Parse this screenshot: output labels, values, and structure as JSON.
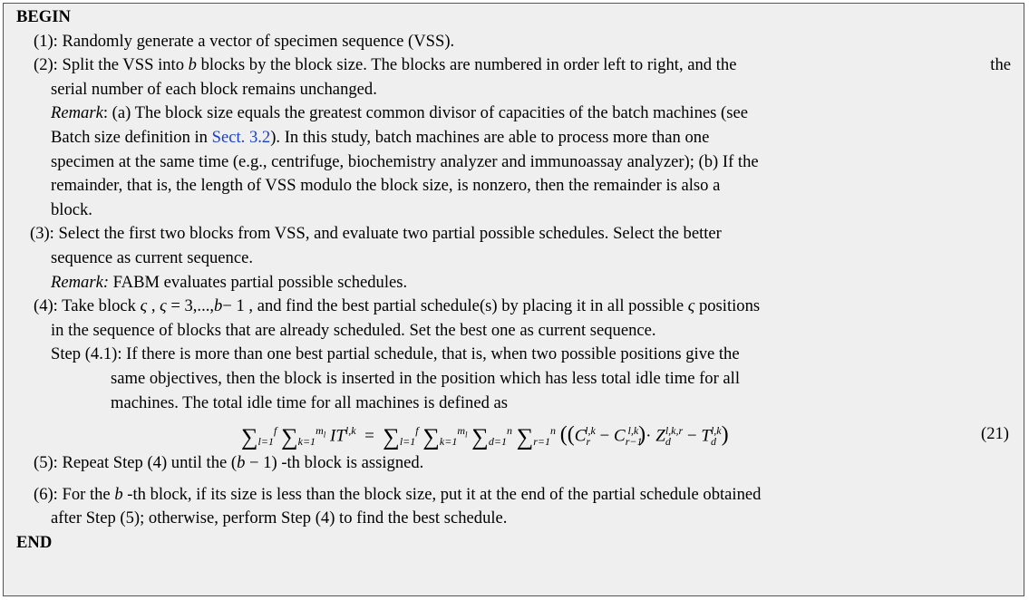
{
  "begin": "BEGIN",
  "end": "END",
  "steps": {
    "s1": "(1): Randomly generate a vector of specimen sequence (VSS).",
    "s2_a": "(2): Split the VSS into ",
    "s2_var_b": "b",
    "s2_b": " blocks by the block size.  The blocks are numbered in order left to right, and the",
    "s2_c": "serial number of each block remains unchanged.",
    "r1_label": "Remark",
    "r1_a": ": (a) The block size equals the greatest common divisor of capacities of the batch machines (see",
    "r1_b1": "Batch size definition in ",
    "r1_link": "Sect. 3.2",
    "r1_b2": ").  In this study, batch machines are able to process more than one",
    "r1_c": "specimen at the same time (e.g., centrifuge, biochemistry analyzer and immunoassay analyzer); (b) If the",
    "r1_d": "remainder, that is, the length of VSS modulo the block size, is nonzero, then the remainder is also a",
    "r1_e": "block.",
    "s3_a": "(3): Select the first two blocks from VSS, and evaluate two partial possible schedules.  Select the better",
    "s3_b": "sequence as current sequence.",
    "r2_label": "Remark:",
    "r2_text": " FABM evaluates partial possible schedules.",
    "s4_a": "(4): Take block ",
    "s4_var": "ς",
    "s4_b": " , ",
    "s4_range": " = 3,...,",
    "s4_c": "− 1 , and find the best partial schedule(s) by placing it in all possible ",
    "s4_d": " positions",
    "s4_e": "in the sequence of blocks that are already scheduled. Set the best one as current sequence.",
    "s41_a": "Step (4.1): If there is more than one best partial schedule, that is, when two possible positions give the",
    "s41_b": "same objectives, then the block is inserted in the position which has less total idle time for all",
    "s41_c": "machines.  The total idle time for all machines is defined as",
    "eq_number": "(21)",
    "s5_a": "(5): Repeat Step (4) until the  (",
    "s5_b": " − 1) -th block is assigned.",
    "s6_a": "(6): For the ",
    "s6_b": " -th block, if its size is less than the block size, put it at the end of the partial schedule obtained",
    "s6_c": "after Step (5); otherwise, perform Step (4) to find the best schedule."
  }
}
